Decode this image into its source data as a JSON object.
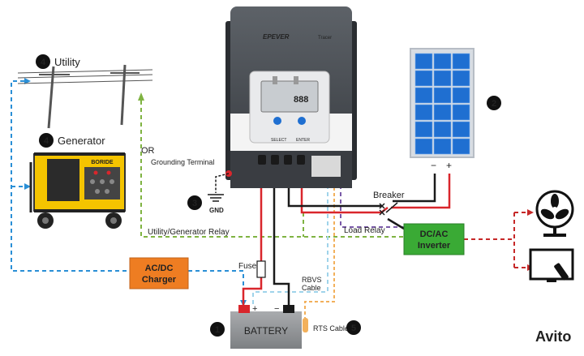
{
  "components": {
    "utility": {
      "number": "4",
      "label": "Utility"
    },
    "generator": {
      "number": "4",
      "label": "Generator",
      "brand": "BORIDE"
    },
    "or_label": "OR",
    "grounding": {
      "label": "Grounding Terminal",
      "number": "3",
      "gnd": "GND"
    },
    "controller": {
      "brand": "EPEVER",
      "model": "Tracer",
      "display": "888",
      "select": "SELECT",
      "enter": "ENTER"
    },
    "solar_panel": {
      "number": "2",
      "minus": "−",
      "plus": "+"
    },
    "breaker": {
      "label": "Breaker"
    },
    "load_relay": {
      "label": "Load Relay"
    },
    "relay_line": {
      "label": "Utility/Generator Relay"
    },
    "inverter": {
      "label_line1": "DC/AC",
      "label_line2": "Inverter"
    },
    "charger": {
      "label_line1": "AC/DC",
      "label_line2": "Charger"
    },
    "fuse": {
      "label": "Fuse"
    },
    "rbvs": {
      "label_line1": "RBVS",
      "label_line2": "Cable"
    },
    "battery": {
      "number": "1",
      "label": "BATTERY",
      "plus": "+",
      "minus": "−"
    },
    "rts": {
      "label": "RTS Cable",
      "number": "5"
    },
    "watermark": "Avito"
  },
  "colors": {
    "charger_orange": "#ee7d22",
    "inverter_green": "#3aaa35",
    "wire_red": "#d9262c",
    "wire_black": "#1a1a1a",
    "dash_blue": "#2a8fd6",
    "dash_green": "#7fb342",
    "dash_red": "#c62828",
    "panel_blue": "#1f6fd1"
  }
}
